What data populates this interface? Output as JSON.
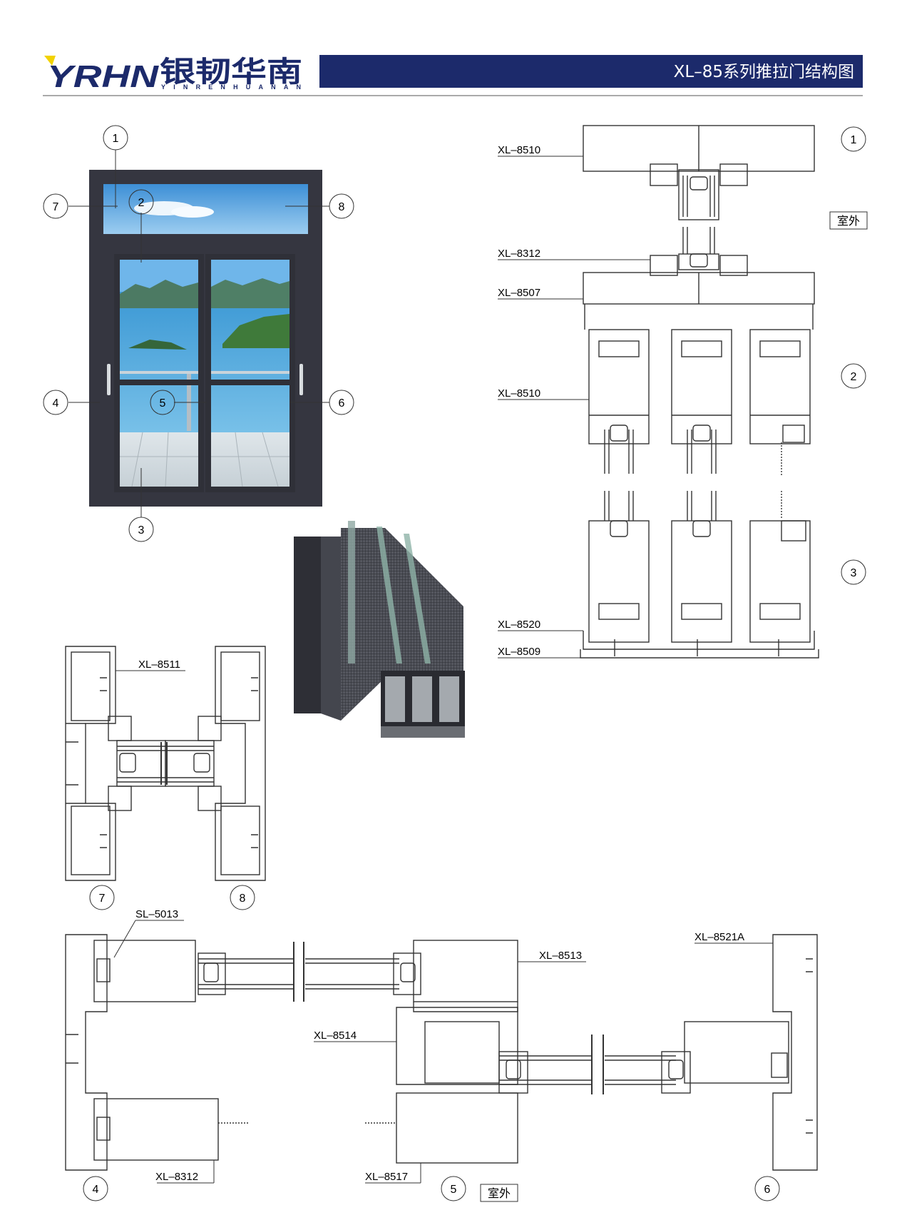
{
  "header": {
    "logo_mark": "YRHN",
    "logo_cn": "银韧华南",
    "logo_pinyin": "YINRENHUANAN",
    "title": "XL–85系列推拉门结构图"
  },
  "colors": {
    "brand_blue": "#1c2a6b",
    "logo_yellow": "#f2d200",
    "frame_dark": "#353640",
    "sky": "#5aa9e2",
    "sea": "#3f9fd6",
    "line": "#333333"
  },
  "door": {
    "callouts": [
      "1",
      "2",
      "3",
      "4",
      "5",
      "6",
      "7",
      "8"
    ]
  },
  "diagrams": {
    "outdoor_label": "室外",
    "right_section": {
      "callouts": [
        "1",
        "2",
        "3"
      ],
      "labels": {
        "xl8510_top": "XL–8510",
        "xl8312": "XL–8312",
        "xl8507": "XL–8507",
        "xl8510_mid": "XL–8510",
        "xl8520": "XL–8520",
        "xl8509": "XL–8509"
      }
    },
    "mullion_section": {
      "callouts": [
        "7",
        "8"
      ],
      "labels": {
        "xl8511": "XL–8511"
      }
    },
    "bottom_section": {
      "callouts": [
        "4",
        "5",
        "6"
      ],
      "labels": {
        "sl5013": "SL–5013",
        "xl8513": "XL–8513",
        "xl8521a": "XL–8521A",
        "xl8514": "XL–8514",
        "xl8312": "XL–8312",
        "xl8517": "XL–8517"
      }
    }
  }
}
